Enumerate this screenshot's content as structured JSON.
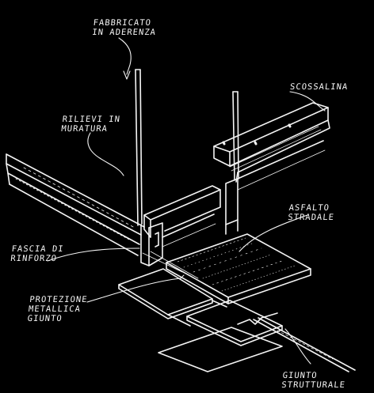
{
  "drawing": {
    "background": "#000000",
    "ink": "#f4f4f4",
    "labels": {
      "fabbricato": "FABBRICATO\nIN ADERENZA",
      "scossalina": "SCOSSALINA",
      "rilievi": "RILIEVI IN\nMURATURA",
      "asfalto": "ASFALTO\nSTRADALE",
      "fascia": "FASCIA DI\nRINFORZO",
      "protezione": "PROTEZIONE\nMETALLICA\nGIUNTO",
      "giunto": "GIUNTO\nSTRUTTURALE"
    }
  }
}
